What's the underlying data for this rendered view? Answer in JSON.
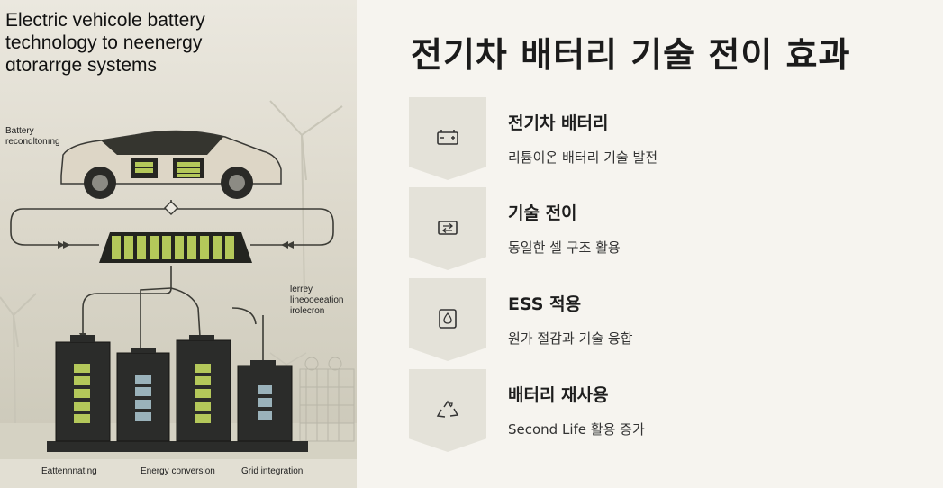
{
  "illustration": {
    "title_lines": [
      "Electric vehicole battery",
      "technology to  neenergy",
      "ɑtorarrge systems"
    ],
    "label_reconditioning": [
      "Battery",
      "recondltonıng"
    ],
    "label_integration": [
      "lerrey",
      "lineooeeation",
      "irolecron"
    ],
    "bottom_labels": [
      "Eattennnating",
      "Energy conversion",
      "Grid integration"
    ],
    "colors": {
      "cell_green": "#b4c85a",
      "cell_blue": "#9ab2ba",
      "battery_body": "#2b2c2a"
    }
  },
  "main": {
    "title": "전기차 배터리 기술 전이 효과",
    "steps": [
      {
        "title": "전기차 배터리",
        "desc": "리튬이온 배터리 기술 발전",
        "icon": "battery-icon"
      },
      {
        "title": "기술 전이",
        "desc": "동일한 셀 구조 활용",
        "icon": "transfer-icon"
      },
      {
        "title": "ESS 적용",
        "desc": "원가 절감과 기술 융합",
        "icon": "storage-drop-icon"
      },
      {
        "title": "배터리 재사용",
        "desc": "Second Life 활용 증가",
        "icon": "recycle-icon"
      }
    ]
  }
}
